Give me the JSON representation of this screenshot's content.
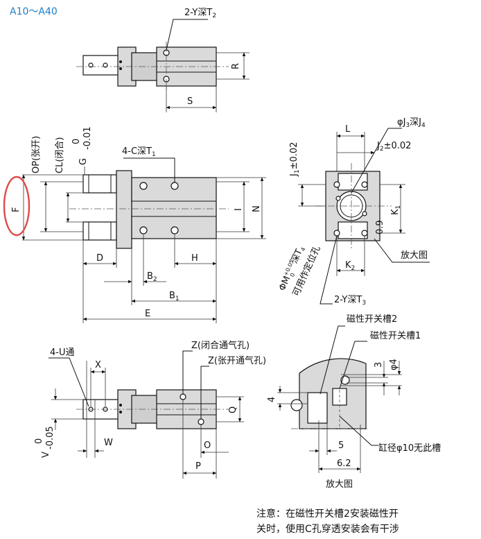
{
  "title": "A10～A40",
  "labels": {
    "top_tap": "2-Y深T",
    "top_tap_sub": "2",
    "R": "R",
    "S": "S",
    "OP": "OP(张开)",
    "CL": "CL(闭合)",
    "G": "G",
    "G_tol_upper": "0",
    "G_tol_lower": "-0.01",
    "F": "F",
    "side_tap": "4-C深T",
    "side_tap_sub": "1",
    "I": "I",
    "N": "N",
    "D": "D",
    "H": "H",
    "B2": "B",
    "B2_sub": "2",
    "B1": "B",
    "B1_sub": "1",
    "E": "E",
    "L": "L",
    "J3J4": "φJ",
    "J3J4_sub1": "3",
    "J3J4_mid": "深J",
    "J3J4_sub2": "4",
    "J2": "J",
    "J2_sub": "2",
    "J2_tol": "±0.02",
    "J1": "J",
    "J1_sub": "1",
    "J1_tol": "±0.02",
    "K1": "K",
    "K1_sub": "1",
    "K2": "K",
    "K2_sub": "2",
    "tol_09": "0.9",
    "enlarge1": "放大图",
    "M_hole": "ΦM",
    "M_tol_upper": "+0.05",
    "M_tol_lower": "0",
    "M_depth": "深T",
    "M_depth_sub": "4",
    "positioning": "可用作定位孔",
    "front_tap": "2-Y深T",
    "front_tap_sub": "3",
    "slot2": "磁性开关槽2",
    "slot1": "磁性开关槽1",
    "dim3": "3",
    "dim_phi4": "φ4",
    "dim4": "4",
    "dim5": "5",
    "dim62": "6.2",
    "no_slot": "缸径φ10无此槽",
    "enlarge2": "放大图",
    "U": "4-U通",
    "X": "X",
    "V": "V",
    "V_tol_upper": "0",
    "V_tol_lower": "-0.05",
    "W": "W",
    "Z_close": "Z(闭合通气孔)",
    "Z_open": "Z(张开通气孔)",
    "Q": "Q",
    "O": "O",
    "P": "P"
  },
  "note": {
    "line1": "注意：在磁性开关槽2安装磁性开",
    "line2": "关时，使用C孔穿透安装会有干涉"
  },
  "colors": {
    "title": "#1e7fc4",
    "highlight": "#e04a4a"
  }
}
